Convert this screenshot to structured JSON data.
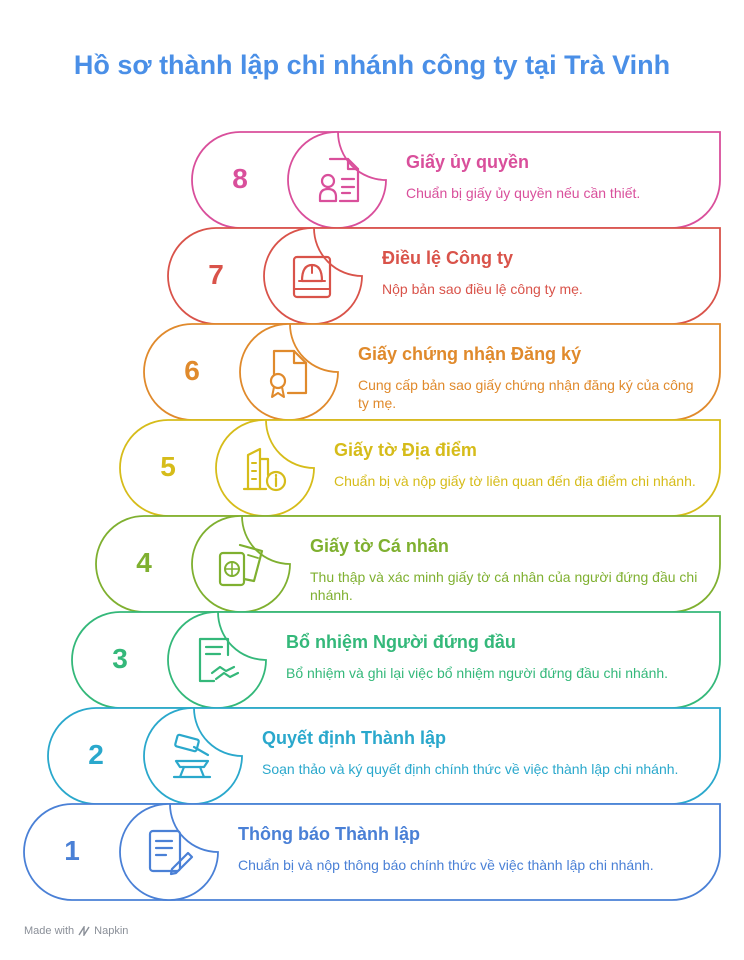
{
  "title": "Hồ sơ thành lập chi nhánh công ty tại Trà Vinh",
  "steps": [
    {
      "number": "1",
      "title": "Thông báo Thành lập",
      "description": "Chuẩn bị và nộp thông báo chính thức về việc thành lập chi nhánh.",
      "color": "#4a80d6",
      "icon": "document-pen-icon"
    },
    {
      "number": "2",
      "title": "Quyết định Thành lập",
      "description": "Soạn thảo và ký quyết định chính thức về việc thành lập chi nhánh.",
      "color": "#2aa8cc",
      "icon": "gavel-anvil-icon"
    },
    {
      "number": "3",
      "title": "Bổ nhiệm Người đứng đầu",
      "description": "Bổ nhiệm và ghi lại việc bổ nhiệm người đứng đầu chi nhánh.",
      "color": "#34b87a",
      "icon": "contract-handshake-icon"
    },
    {
      "number": "4",
      "title": "Giấy tờ Cá nhân",
      "description": "Thu thập và xác minh giấy tờ cá nhân của người đứng đầu chi nhánh.",
      "color": "#7fb030",
      "icon": "passport-ticket-icon"
    },
    {
      "number": "5",
      "title": "Giấy tờ Địa điểm",
      "description": "Chuẩn bị và nộp giấy tờ liên quan đến địa điểm chi nhánh.",
      "color": "#d6bc1a",
      "icon": "building-info-icon"
    },
    {
      "number": "6",
      "title": "Giấy chứng nhận Đăng ký",
      "description": "Cung cấp bản sao giấy chứng nhận đăng ký của công ty mẹ.",
      "color": "#e08a2c",
      "icon": "certificate-icon"
    },
    {
      "number": "7",
      "title": "Điều lệ Công ty",
      "description": "Nộp bản sao điều lệ công ty mẹ.",
      "color": "#d9534a",
      "icon": "rulebook-helmet-icon"
    },
    {
      "number": "8",
      "title": "Giấy ủy quyền",
      "description": "Chuẩn bị giấy ủy quyền nếu cần thiết.",
      "color": "#d94f9b",
      "icon": "authorization-document-icon"
    }
  ],
  "footer": {
    "made_with": "Made with",
    "brand": "Napkin"
  }
}
